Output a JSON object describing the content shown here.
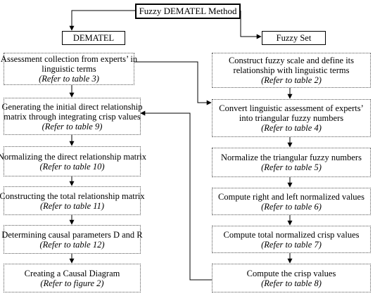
{
  "title": "Fuzzy DEMATEL Method",
  "branches": {
    "left": "DEMATEL",
    "right": "Fuzzy Set"
  },
  "left_steps": [
    {
      "lines": [
        "Assessment collection from experts’ in",
        "linguistic terms"
      ],
      "ref_label": "Refer to",
      "ref_target": "table 3"
    },
    {
      "lines": [
        "Generating the initial direct relationship",
        "matrix through integrating crisp values"
      ],
      "ref_label": "Refer to",
      "ref_target": "table 9"
    },
    {
      "lines": [
        "Normalizing the direct relationship matrix"
      ],
      "ref_label": "Refer to",
      "ref_target": "table 10"
    },
    {
      "lines": [
        "Constructing the total relationship matrix"
      ],
      "ref_label": "Refer to",
      "ref_target": "table 11"
    },
    {
      "lines": [
        "Determining causal parameters D and R"
      ],
      "ref_label": "Refer to",
      "ref_target": "table 12"
    },
    {
      "lines": [
        "Creating a Causal Diagram"
      ],
      "ref_label": "Refer to",
      "ref_target": "figure 2"
    }
  ],
  "right_steps": [
    {
      "lines": [
        "Construct fuzzy scale and define its",
        "relationship with linguistic terms"
      ],
      "ref_label": "Refer to",
      "ref_target": "table 2"
    },
    {
      "lines": [
        "Convert linguistic assessment of experts’",
        "into triangular fuzzy numbers"
      ],
      "ref_label": "Refer to",
      "ref_target": "table 4"
    },
    {
      "lines": [
        "Normalize the triangular fuzzy numbers"
      ],
      "ref_label": "Refer to",
      "ref_target": "table 5"
    },
    {
      "lines": [
        "Compute right and left normalized values"
      ],
      "ref_label": "Refer to",
      "ref_target": "table 6"
    },
    {
      "lines": [
        "Compute total normalized crisp values"
      ],
      "ref_label": "Refer to",
      "ref_target": "table 7"
    },
    {
      "lines": [
        "Compute the crisp values"
      ],
      "ref_label": "Refer to",
      "ref_target": "table 8"
    }
  ]
}
